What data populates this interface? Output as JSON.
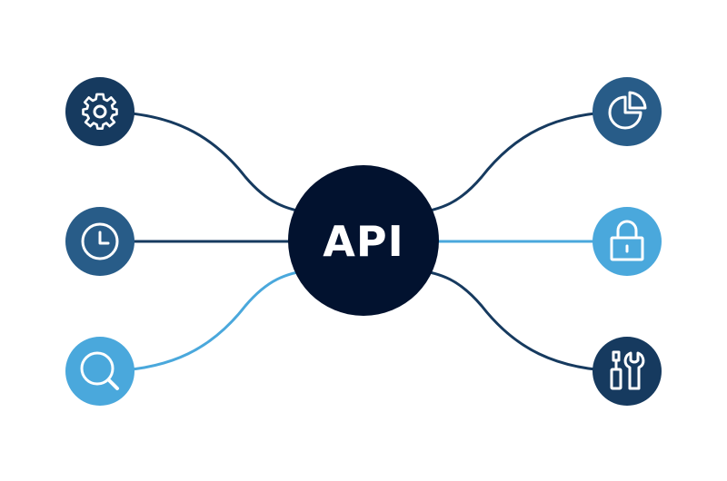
{
  "hub": {
    "label": "API",
    "color": "#02122f"
  },
  "nodes": [
    {
      "id": "settings",
      "icon": "gear-icon",
      "side": "left",
      "color": "#163a5f"
    },
    {
      "id": "time",
      "icon": "clock-icon",
      "side": "left",
      "color": "#285c88"
    },
    {
      "id": "search",
      "icon": "magnifier-icon",
      "side": "left",
      "color": "#4aa8dc"
    },
    {
      "id": "analytics",
      "icon": "pie-chart-icon",
      "side": "right",
      "color": "#285c88"
    },
    {
      "id": "security",
      "icon": "padlock-icon",
      "side": "right",
      "color": "#4aa8dc"
    },
    {
      "id": "tools",
      "icon": "tools-icon",
      "side": "right",
      "color": "#163a5f"
    }
  ],
  "connector_colors": {
    "dark": "#163a5f",
    "light": "#4aa8dc"
  }
}
